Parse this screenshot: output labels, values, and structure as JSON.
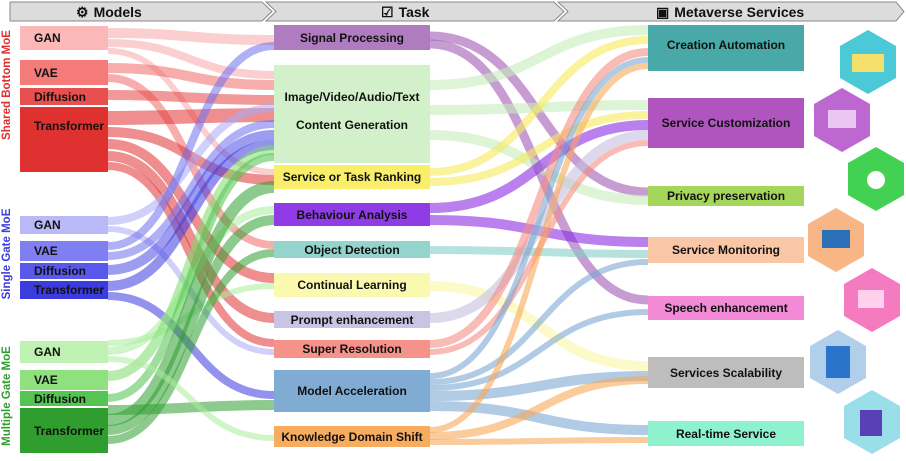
{
  "headers": {
    "models": "Models",
    "task": "Task",
    "services": "Metaverse Services"
  },
  "groups": {
    "shared": "Shared Bottom MoE",
    "single": "Single Gate MoE",
    "multiple": "Multiple Gate MoE"
  },
  "models": {
    "shared": [
      "GAN",
      "VAE",
      "Diffusion",
      "Transformer"
    ],
    "single": [
      "GAN",
      "VAE",
      "Diffusion",
      "Transformer"
    ],
    "multiple": [
      "GAN",
      "VAE",
      "Diffusion",
      "Transformer"
    ]
  },
  "tasks": {
    "signal": "Signal Processing",
    "gen_line1": "Image/Video/Audio/Text",
    "gen_line2": "Content Generation",
    "ranking": "Service or Task Ranking",
    "behaviour": "Behaviour Analysis",
    "object": "Object Detection",
    "continual": "Continual Learning",
    "prompt": "Prompt enhancement",
    "superres": "Super Resolution",
    "accel": "Model Acceleration",
    "domain": "Knowledge Domain Shift"
  },
  "services": {
    "creation": "Creation Automation",
    "custom": "Service Customization",
    "privacy": "Privacy preservation",
    "monitoring": "Service Monitoring",
    "speech": "Speech enhancement",
    "scalability": "Services Scalability",
    "realtime": "Real-time Service"
  },
  "icons": [
    "diagram-icon",
    "clipboard-check-icon",
    "metaverse-chip-icon"
  ],
  "colors": {
    "shared_group": "#e03131",
    "single_group": "#3b3be0",
    "multiple_group": "#2f9e2f"
  }
}
